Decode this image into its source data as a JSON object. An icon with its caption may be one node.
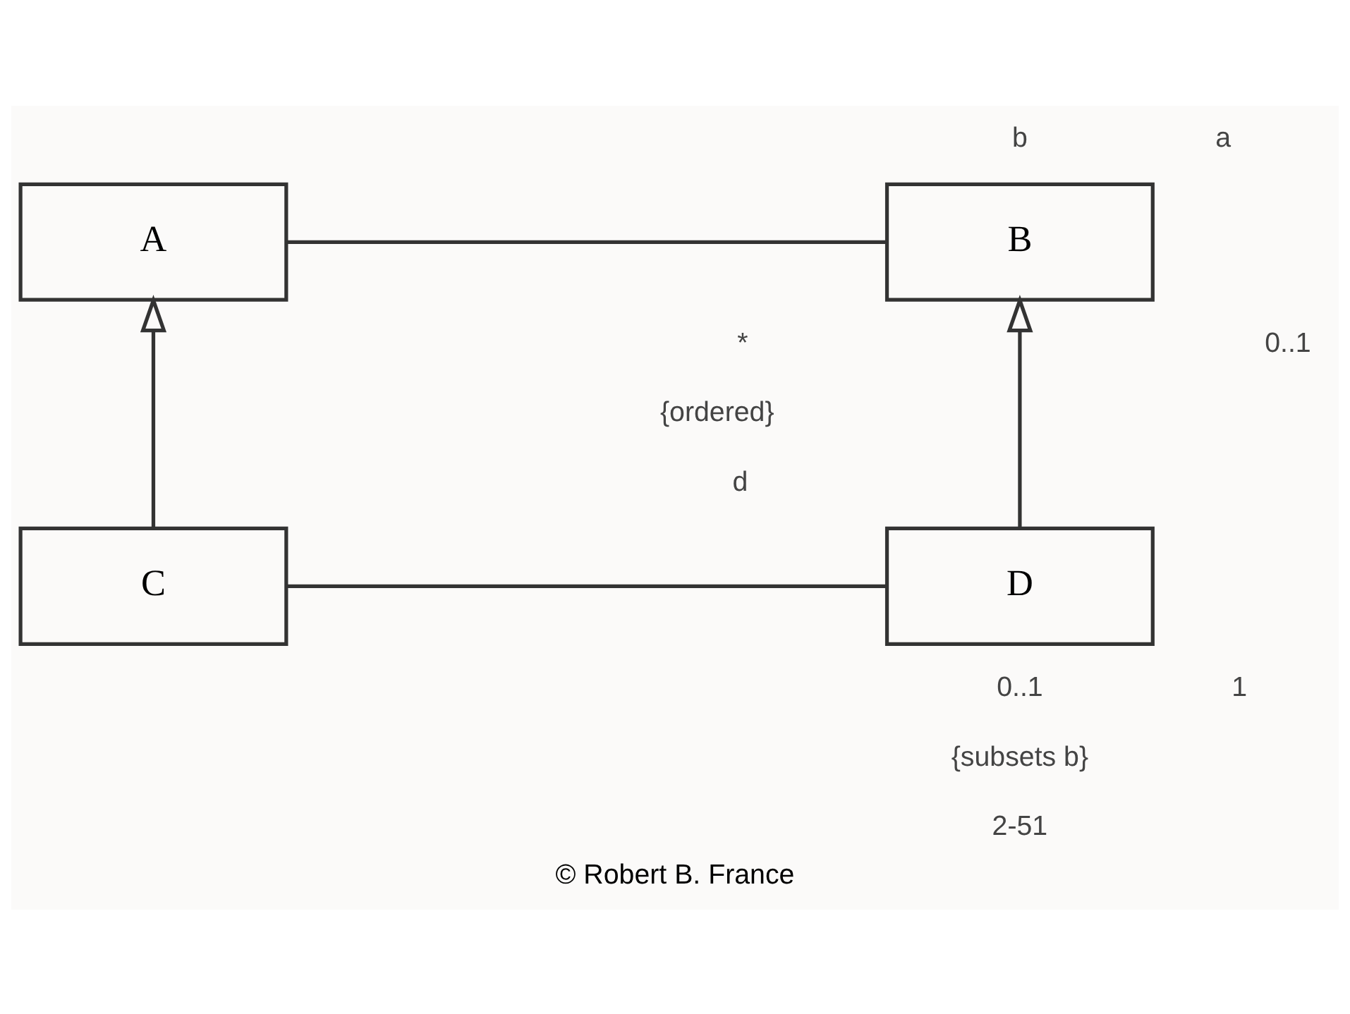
{
  "diagram": {
    "caption": "© Robert B. France",
    "nodes": [
      {
        "text": [
          "A"
        ]
      },
      {
        "text": [
          "B"
        ]
      },
      {
        "text": [
          "C"
        ]
      },
      {
        "text": [
          "D"
        ]
      }
    ],
    "edges": [
      {
        "from": 0,
        "to": 1,
        "arrow": "none"
      },
      {
        "from": 2,
        "to": 0,
        "arrow": "to"
      },
      {
        "from": 3,
        "to": 1,
        "arrow": "to"
      },
      {
        "from": 2,
        "to": 3,
        "arrow": "none"
      }
    ],
    "labels": [
      "a",
      "b",
      "0..1",
      "*",
      "{ordered}",
      "d",
      "1",
      "0..1",
      "{subsets b}",
      "2-51"
    ]
  }
}
